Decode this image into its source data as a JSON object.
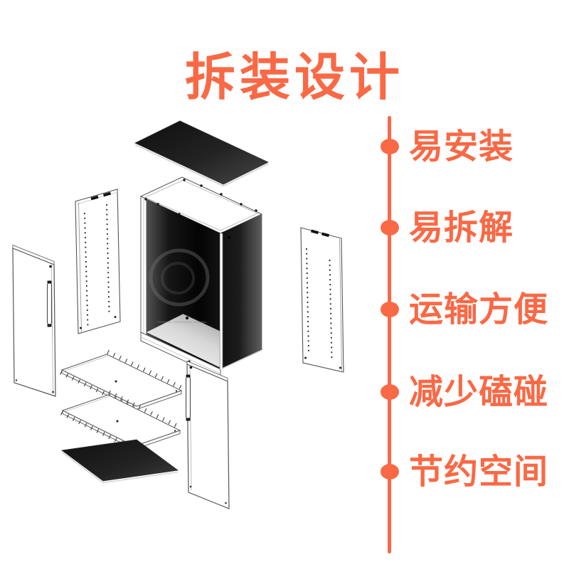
{
  "title": "拆装设计",
  "features": {
    "items": [
      {
        "label": "易安装"
      },
      {
        "label": "易拆解"
      },
      {
        "label": "运输方便"
      },
      {
        "label": "减少磕碰"
      },
      {
        "label": "节约空间"
      }
    ]
  },
  "colors": {
    "accent": "#F96945",
    "panel_dark": "#1a1a1a"
  },
  "diagram": {
    "parts": [
      {
        "name": "top-panel"
      },
      {
        "name": "back-panel-left"
      },
      {
        "name": "cabinet-body"
      },
      {
        "name": "back-panel-right"
      },
      {
        "name": "shelf-upper"
      },
      {
        "name": "shelf-lower"
      },
      {
        "name": "bottom-panel"
      },
      {
        "name": "door-left"
      },
      {
        "name": "door-right"
      }
    ]
  }
}
